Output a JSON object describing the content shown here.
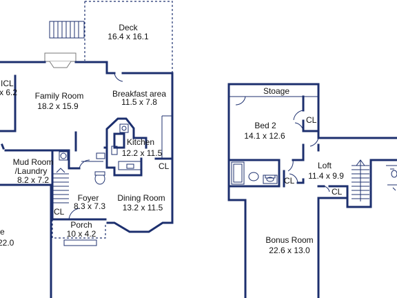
{
  "rooms": {
    "deck": {
      "name": "Deck",
      "dims": "16.4 x 16.1"
    },
    "family_room": {
      "name": "Family Room",
      "dims": "18.2 x 15.9"
    },
    "breakfast_area": {
      "name": "Breakfast area",
      "dims": "11.5 x 7.8"
    },
    "kitchen": {
      "name": "Kitchen",
      "dims": "12.2 x 11.5"
    },
    "mud_room": {
      "name_line1": "Mud Room",
      "name_line2": "/Laundry",
      "dims": "8.2 x 7.2"
    },
    "foyer": {
      "name": "Foyer",
      "dims": "8.3 x 7.3"
    },
    "dining_room": {
      "name": "Dining Room",
      "dims": "13.2 x 11.5"
    },
    "porch": {
      "name": "Porch",
      "dims": "10 x 4.2"
    },
    "partial_left_top": {
      "name": "ICL",
      "dims": "x 6.2"
    },
    "partial_left_bottom": {
      "name": "e",
      "dims": "22.0"
    },
    "storage": {
      "name": "Stoage"
    },
    "bed2": {
      "name": "Bed 2",
      "dims": "14.1 x 12.6"
    },
    "loft": {
      "name": "Loft",
      "dims": "11.4 x 9.9"
    },
    "bonus_room": {
      "name": "Bonus Room",
      "dims": "22.6 x 13.0"
    }
  },
  "closets": {
    "label": "CL"
  },
  "colors": {
    "wall": "#1c2f6e",
    "background": "#ffffff"
  }
}
